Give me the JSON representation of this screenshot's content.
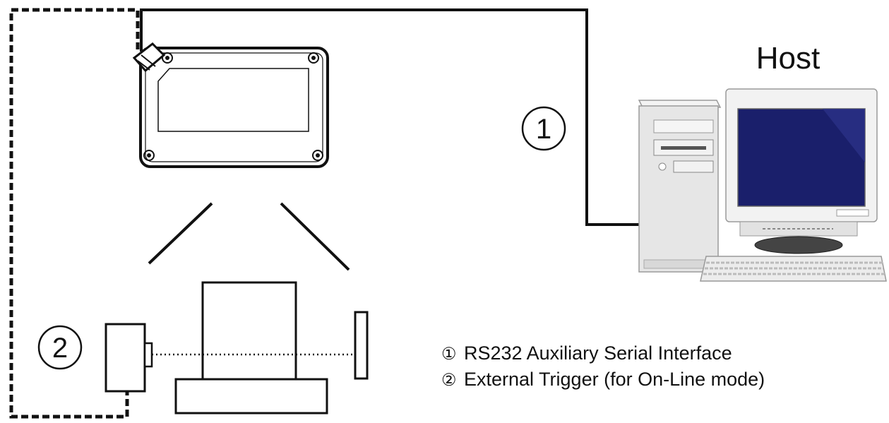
{
  "host": {
    "title": "Host"
  },
  "callouts": [
    {
      "number": "1"
    },
    {
      "number": "2"
    }
  ],
  "legend": {
    "items": [
      {
        "marker": "①",
        "text": "RS232 Auxiliary Serial Interface"
      },
      {
        "marker": "②",
        "text": "External Trigger (for On-Line mode)"
      }
    ]
  },
  "colors": {
    "line": "#111111",
    "monitor_screen": "#1a1f6b",
    "pc_body": "#e6e6e6"
  }
}
